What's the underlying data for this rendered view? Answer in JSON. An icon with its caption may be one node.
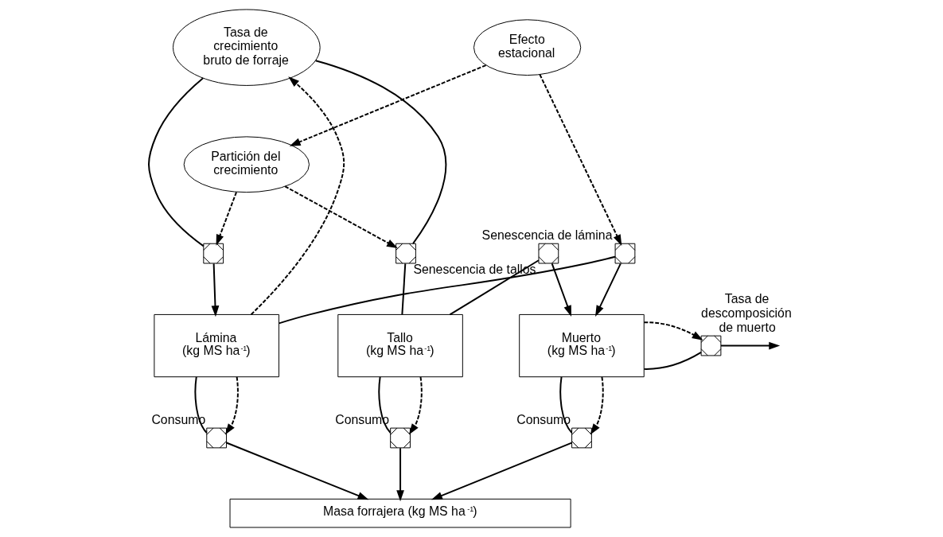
{
  "diagram": {
    "nodes": [
      {
        "text": [
          "Tasa de crecimiento bruto de forraje"
        ]
      },
      {
        "text": [
          "Efecto estacional"
        ]
      },
      {
        "text": [
          "Partición del crecimiento"
        ]
      },
      {
        "text": [],
        "shape": "valve"
      },
      {
        "text": [],
        "shape": "valve"
      },
      {
        "text": [],
        "shape": "valve",
        "beside": [
          "Senescencia de lámina"
        ]
      },
      {
        "text": [],
        "shape": "valve",
        "beside": [
          "Senescencia de tallos"
        ]
      },
      {
        "text": [
          "Lámina",
          "(kg MS ha$^{-1}$)"
        ]
      },
      {
        "text": [
          "Tallo",
          "(kg MS ha$^{-1}$)"
        ]
      },
      {
        "text": [
          "Muerto",
          "(kg MS ha$^{-1}$)"
        ]
      },
      {
        "text": [],
        "shape": "valve",
        "beside": [
          "Tasa de descomposición de muerto"
        ]
      },
      {
        "text": [],
        "shape": "valve",
        "beside": [
          "Consumo"
        ]
      },
      {
        "text": [],
        "shape": "valve",
        "beside": [
          "Consumo"
        ]
      },
      {
        "text": [],
        "shape": "valve",
        "beside": [
          "Consumo"
        ]
      },
      {
        "text": [
          "Masa forrajera (kg MS ha$^{-1}$)"
        ]
      }
    ],
    "edges": [
      {
        "from": 1,
        "to": 2,
        "arrow": "to",
        "style": "dashed"
      },
      {
        "from": 1,
        "to": 5,
        "arrow": "to",
        "style": "dashed"
      },
      {
        "from": 2,
        "to": 3,
        "arrow": "to",
        "style": "dashed"
      },
      {
        "from": 2,
        "to": 4,
        "arrow": "to",
        "style": "dashed"
      },
      {
        "from": 0,
        "to": 3,
        "arrow": "none"
      },
      {
        "from": 3,
        "to": 7,
        "arrow": "to"
      },
      {
        "from": 0,
        "to": 4,
        "arrow": "none"
      },
      {
        "from": 4,
        "to": 8,
        "arrow": "none"
      },
      {
        "from": 7,
        "to": 0,
        "arrow": "to",
        "style": "dashed"
      },
      {
        "from": 7,
        "to": 5,
        "arrow": "none"
      },
      {
        "from": 5,
        "to": 9,
        "arrow": "to"
      },
      {
        "from": 8,
        "to": 6,
        "arrow": "none"
      },
      {
        "from": 6,
        "to": 9,
        "arrow": "to"
      },
      {
        "from": 9,
        "to": 10,
        "arrow": "none"
      },
      {
        "from": 10,
        "to": null,
        "arrow": "to"
      },
      {
        "from": 9,
        "to": 10,
        "arrow": "to",
        "style": "dashed"
      },
      {
        "from": 7,
        "to": 11,
        "arrow": "none"
      },
      {
        "from": 11,
        "to": 14,
        "arrow": "to"
      },
      {
        "from": 7,
        "to": 11,
        "arrow": "to",
        "style": "dashed"
      },
      {
        "from": 8,
        "to": 12,
        "arrow": "none"
      },
      {
        "from": 12,
        "to": 14,
        "arrow": "to"
      },
      {
        "from": 8,
        "to": 12,
        "arrow": "to",
        "style": "dashed"
      },
      {
        "from": 9,
        "to": 13,
        "arrow": "none"
      },
      {
        "from": 13,
        "to": 14,
        "arrow": "to"
      },
      {
        "from": 9,
        "to": 13,
        "arrow": "to",
        "style": "dashed"
      }
    ]
  }
}
